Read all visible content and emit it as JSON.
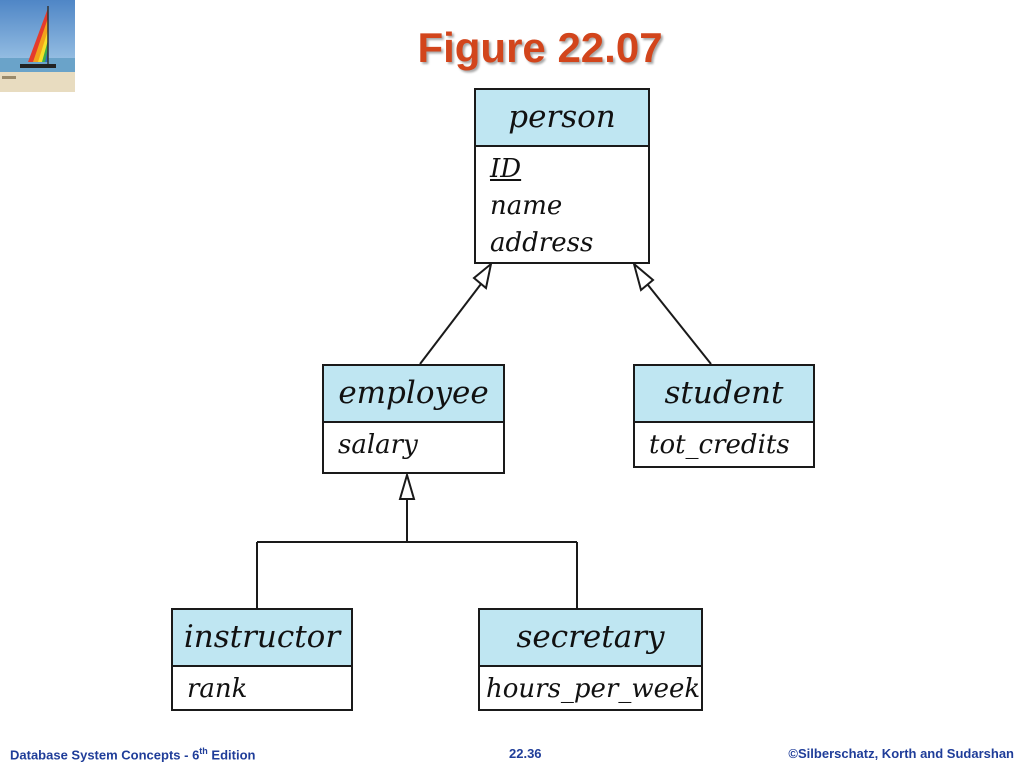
{
  "slide": {
    "title": "Figure 22.07",
    "logo_icon": "sailboat-logo-icon"
  },
  "entities": {
    "person": {
      "name": "person",
      "attributes": [
        "ID",
        "name",
        "address"
      ],
      "primary_key": "ID"
    },
    "employee": {
      "name": "employee",
      "attributes": [
        "salary"
      ]
    },
    "student": {
      "name": "student",
      "attributes": [
        "tot_credits"
      ]
    },
    "instructor": {
      "name": "instructor",
      "attributes": [
        "rank"
      ]
    },
    "secretary": {
      "name": "secretary",
      "attributes": [
        "hours_per_week"
      ]
    }
  },
  "relationships": [
    {
      "child": "employee",
      "parent": "person"
    },
    {
      "child": "student",
      "parent": "person"
    },
    {
      "child": "instructor",
      "parent": "employee"
    },
    {
      "child": "secretary",
      "parent": "employee"
    }
  ],
  "footer": {
    "left_text": "Database System Concepts - 6",
    "left_sup": "th",
    "left_suffix": " Edition",
    "page": "22.36",
    "right": "©Silberschatz, Korth and Sudarshan"
  },
  "colors": {
    "title": "#d2451c",
    "entity_header": "#bfe6f2",
    "footer_text": "#1f3d99"
  }
}
